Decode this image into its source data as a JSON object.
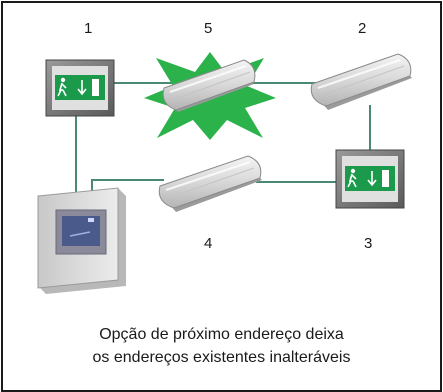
{
  "labels": {
    "n1": "1",
    "n2": "2",
    "n3": "3",
    "n4": "4",
    "n5": "5"
  },
  "caption": {
    "line1": "Opção de próximo endereço deixa",
    "line2": "os endereços existentes inalteráveis"
  },
  "colors": {
    "wire": "#4a8a72",
    "exit_sign_green": "#1a9a4a",
    "highlight_star": "#2bb24a",
    "luminaire_body": "#e6e6e6",
    "panel_body": "#dcdcdc",
    "panel_display": "#4a5a8a"
  },
  "icons": {
    "exit_sign": "emergency-exit-sign-icon",
    "luminaire": "emergency-luminaire-icon",
    "control_panel": "control-panel-icon"
  }
}
